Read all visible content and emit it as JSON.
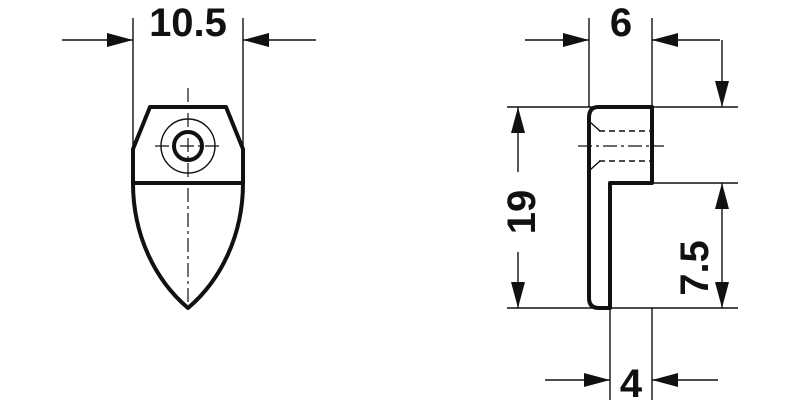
{
  "dimensions": {
    "front_width": "10.5",
    "side_thickness": "6",
    "side_height": "19",
    "side_lower_height": "7.5",
    "side_base_width": "4"
  },
  "colors": {
    "line": "#111111",
    "background": "#ffffff"
  }
}
